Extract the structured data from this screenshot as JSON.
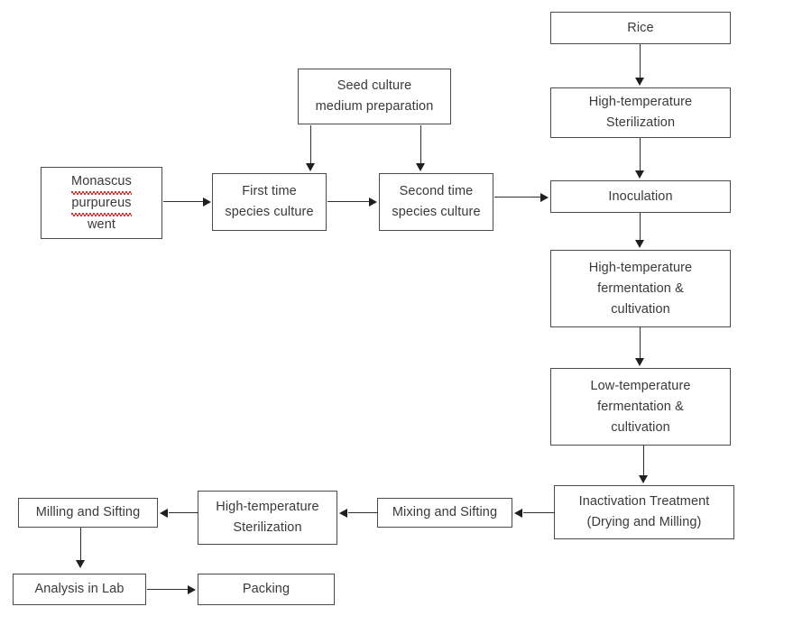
{
  "diagram": {
    "title": "Monascus purpureus red yeast rice production process flowchart",
    "type": "flowchart",
    "background_color": "#ffffff",
    "box_border_color": "#4a4a4a",
    "text_color": "#3a3a3a",
    "arrow_color": "#1f1f1f",
    "spellcheck_underline_color": "#e03030"
  },
  "nodes": {
    "strain": {
      "line1": "Monascus",
      "line2": "purpureus",
      "line3": "went",
      "misspelled_words": [
        "Monascus",
        "purpureus"
      ]
    },
    "first_culture": {
      "line1": "First time",
      "line2": "species culture"
    },
    "second_culture": {
      "line1": "Second time",
      "line2": "species culture"
    },
    "seed_medium": {
      "line1": "Seed culture",
      "line2": "medium preparation"
    },
    "rice": {
      "line1": "Rice"
    },
    "sterilization_top": {
      "line1": "High-temperature",
      "line2": "Sterilization"
    },
    "inoculation": {
      "line1": "Inoculation"
    },
    "high_temp_fermentation": {
      "line1": "High-temperature",
      "line2": "fermentation &",
      "line3": "cultivation"
    },
    "low_temp_fermentation": {
      "line1": "Low-temperature",
      "line2": "fermentation &",
      "line3": "cultivation"
    },
    "inactivation": {
      "line1": "Inactivation Treatment",
      "line2": "(Drying and Milling)"
    },
    "mixing_sifting": {
      "line1": "Mixing and Sifting"
    },
    "sterilization_bottom": {
      "line1": "High-temperature",
      "line2": "Sterilization"
    },
    "milling_sifting": {
      "line1": "Milling and Sifting"
    },
    "analysis_lab": {
      "line1": "Analysis in Lab"
    },
    "packing": {
      "line1": "Packing"
    }
  },
  "edges": [
    {
      "from": "strain",
      "to": "first_culture",
      "direction": "right"
    },
    {
      "from": "first_culture",
      "to": "second_culture",
      "direction": "right"
    },
    {
      "from": "seed_medium",
      "to": "first_culture",
      "direction": "down"
    },
    {
      "from": "seed_medium",
      "to": "second_culture",
      "direction": "down"
    },
    {
      "from": "second_culture",
      "to": "inoculation",
      "direction": "right"
    },
    {
      "from": "rice",
      "to": "sterilization_top",
      "direction": "down"
    },
    {
      "from": "sterilization_top",
      "to": "inoculation",
      "direction": "down"
    },
    {
      "from": "inoculation",
      "to": "high_temp_fermentation",
      "direction": "down"
    },
    {
      "from": "high_temp_fermentation",
      "to": "low_temp_fermentation",
      "direction": "down"
    },
    {
      "from": "low_temp_fermentation",
      "to": "inactivation",
      "direction": "down"
    },
    {
      "from": "inactivation",
      "to": "mixing_sifting",
      "direction": "left"
    },
    {
      "from": "mixing_sifting",
      "to": "sterilization_bottom",
      "direction": "left"
    },
    {
      "from": "sterilization_bottom",
      "to": "milling_sifting",
      "direction": "left"
    },
    {
      "from": "milling_sifting",
      "to": "analysis_lab",
      "direction": "down"
    },
    {
      "from": "analysis_lab",
      "to": "packing",
      "direction": "right"
    }
  ]
}
